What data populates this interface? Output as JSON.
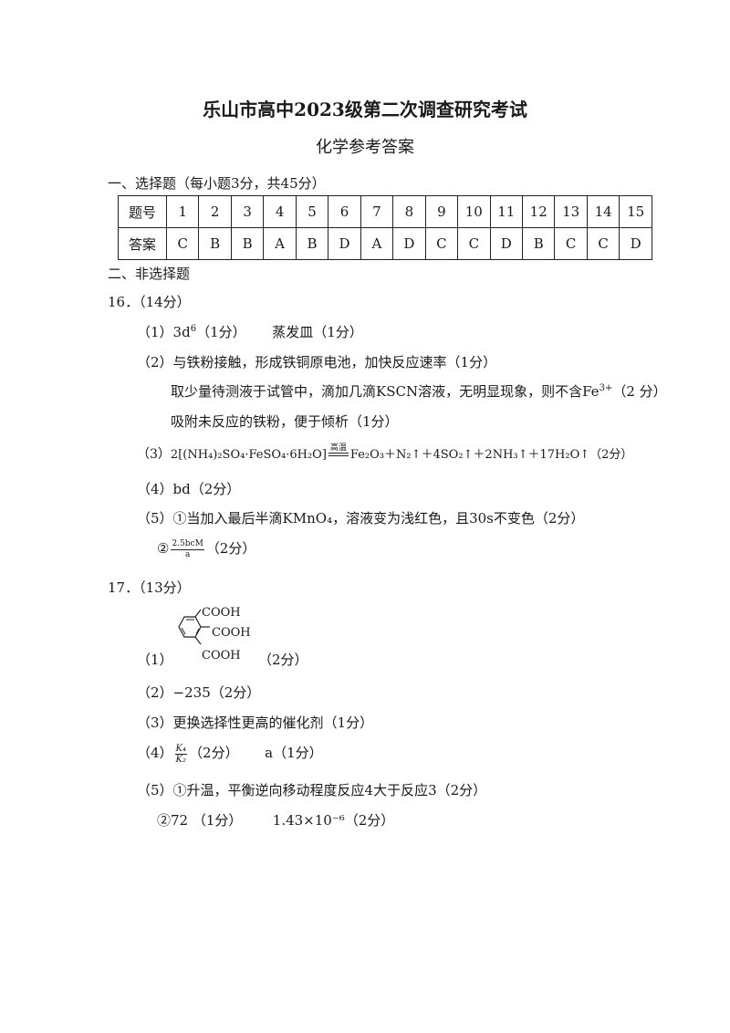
{
  "title": "乐山市高中2023级第二次调查研究考试",
  "subtitle": "化学参考答案",
  "section1": {
    "heading": "一、选择题（每小题3分，共45分）",
    "row_head_q": "题号",
    "row_head_a": "答案",
    "numbers": [
      "1",
      "2",
      "3",
      "4",
      "5",
      "6",
      "7",
      "8",
      "9",
      "10",
      "11",
      "12",
      "13",
      "14",
      "15"
    ],
    "answers": [
      "C",
      "B",
      "B",
      "A",
      "B",
      "D",
      "A",
      "D",
      "C",
      "C",
      "D",
      "B",
      "C",
      "C",
      "D"
    ]
  },
  "section2": {
    "heading": "二、非选择题"
  },
  "q16": {
    "heading": "16．（14分）",
    "a1_pre": "（1）3d",
    "a1_sup": "6",
    "a1_post": "（1分）      蒸发皿（1分）",
    "a2_l1": "（2）与铁粉接触，形成铁铜原电池，加快反应速率（1分）",
    "a2_l2_pre": "取少量待测液于试管中，滴加几滴KSCN溶液，无明显现象，则不含Fe",
    "a2_l2_sup": "3+",
    "a2_l2_post": "（2 分）",
    "a2_l3": "吸附未反应的铁粉，便于倾析（1分）",
    "a3_label": "（3）",
    "a3_lhs": "2[(NH₄)₂SO₄·FeSO₄·6H₂O]",
    "a3_cond": "高温",
    "a3_rhs": "Fe₂O₃＋N₂↑＋4SO₂↑＋2NH₃↑＋17H₂O↑（2分）",
    "a4": "（4）bd（2分）",
    "a5_l1": "（5）①当加入最后半滴KMnO₄，溶液变为浅红色，且30s不变色（2分）",
    "a5_l2_pre": "②",
    "a5_num": "2.5bcM",
    "a5_den": "a",
    "a5_l2_post": "（2分）"
  },
  "q17": {
    "heading": "17．（13分）",
    "a1_label": "（1）",
    "a1_groups": [
      "COOH",
      "COOH",
      "COOH"
    ],
    "a1_score": "（2分）",
    "a2": "（2）−235（2分）",
    "a3": "（3）更换选择性更高的催化剂（1分）",
    "a4_label": "（4）",
    "a4_num": "K₄",
    "a4_den": "K₂",
    "a4_post": "（2分）      a（1分）",
    "a5_l1": "（5）①升温，平衡逆向移动程度反应4大于反应3（2分）",
    "a5_l2": "②72 （1分）       1.43×10⁻⁶（2分）"
  }
}
